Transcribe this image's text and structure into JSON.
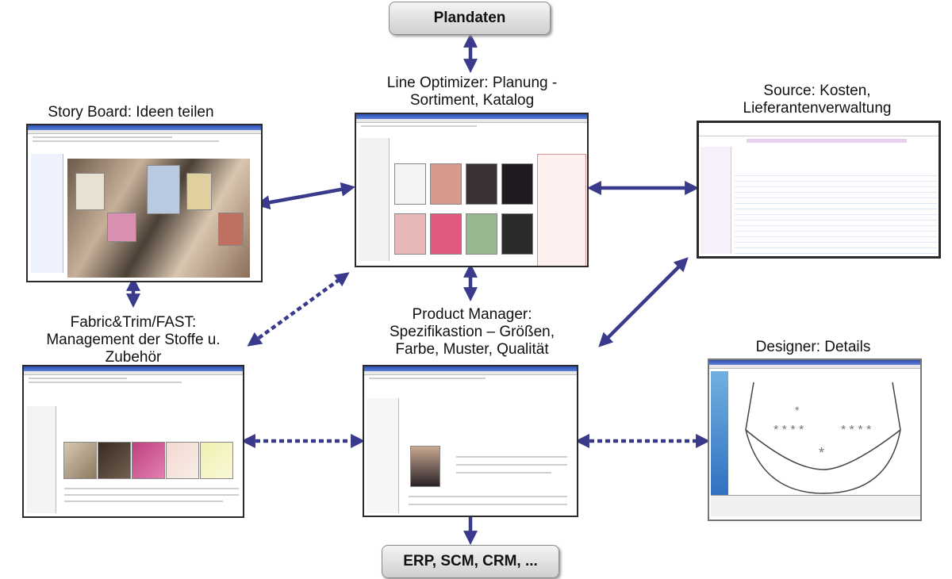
{
  "boxes": {
    "plandaten": "Plandaten",
    "erp": "ERP, SCM, CRM, ..."
  },
  "labels": {
    "line_optimizer_1": "Line Optimizer: Planung -",
    "line_optimizer_2": "Sortiment, Katalog",
    "story_board": "Story Board: Ideen teilen",
    "source_1": "Source: Kosten,",
    "source_2": "Lieferantenverwaltung",
    "fabric_1": "Fabric&Trim/FAST:",
    "fabric_2": "Management der Stoffe u.",
    "fabric_3": "Zubehör",
    "product_1": "Product Manager:",
    "product_2": "Spezifikastion – Größen,",
    "product_3": "Farbe, Muster, Qualität",
    "designer": "Designer: Details"
  },
  "colors": {
    "arrow": "#3a3a8c",
    "titlebar": "#2b52b5"
  },
  "icons": [
    "screenshot-image",
    "arrow"
  ]
}
